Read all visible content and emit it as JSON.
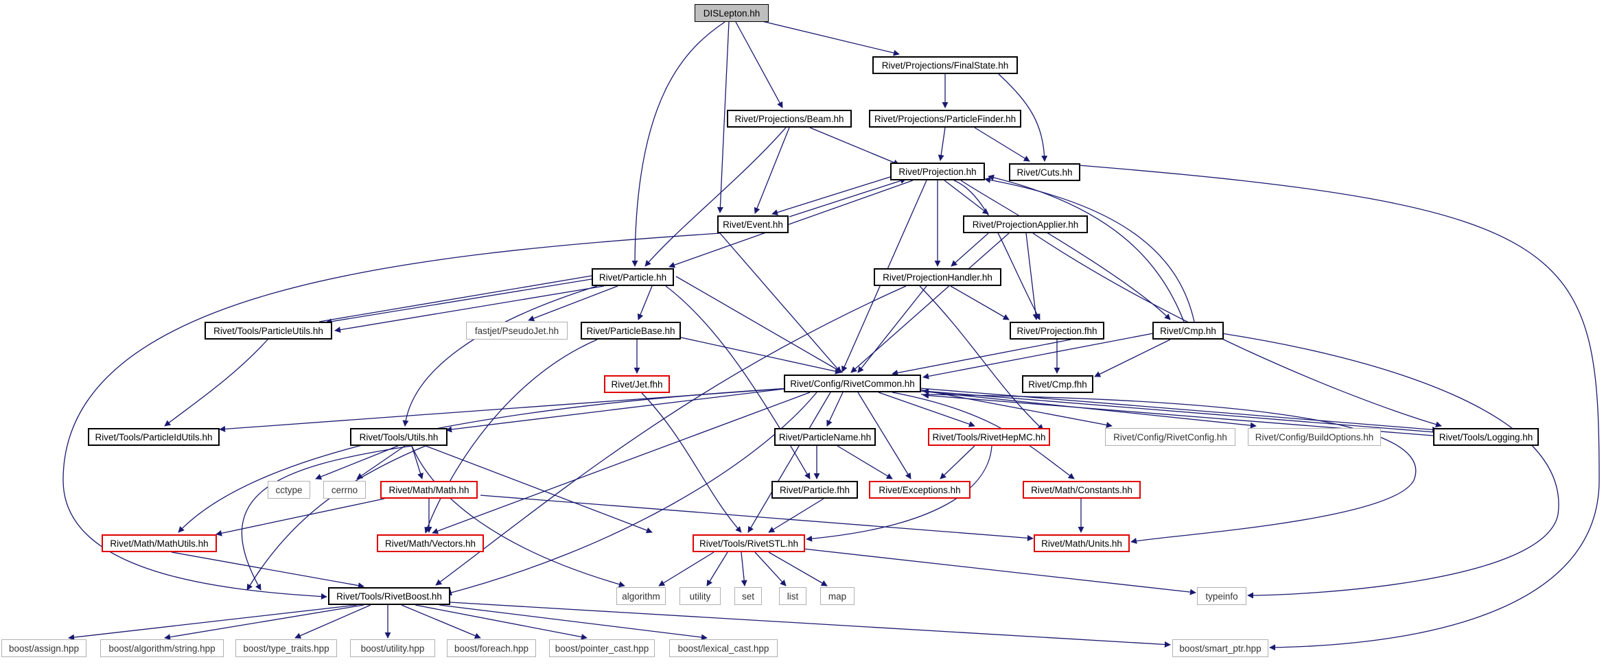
{
  "nodes": {
    "dislepton": "DISLepton.hh",
    "finalstate": "Rivet/Projections/FinalState.hh",
    "beam": "Rivet/Projections/Beam.hh",
    "particlefinder": "Rivet/Projections/ParticleFinder.hh",
    "projection": "Rivet/Projection.hh",
    "cuts": "Rivet/Cuts.hh",
    "event": "Rivet/Event.hh",
    "projapplier": "Rivet/ProjectionApplier.hh",
    "particle": "Rivet/Particle.hh",
    "projhandler": "Rivet/ProjectionHandler.hh",
    "particleutils": "Rivet/Tools/ParticleUtils.hh",
    "pseudojet": "fastjet/PseudoJet.hh",
    "particlebase": "Rivet/ParticleBase.hh",
    "projection_fhh": "Rivet/Projection.fhh",
    "cmp": "Rivet/Cmp.hh",
    "jet_fhh": "Rivet/Jet.fhh",
    "rivetcommon": "Rivet/Config/RivetCommon.hh",
    "cmp_fhh": "Rivet/Cmp.fhh",
    "particleidutils": "Rivet/Tools/ParticleIdUtils.hh",
    "utils": "Rivet/Tools/Utils.hh",
    "particlename": "Rivet/ParticleName.hh",
    "rivethepmc": "Rivet/Tools/RivetHepMC.hh",
    "rivetconfig": "Rivet/Config/RivetConfig.hh",
    "buildoptions": "Rivet/Config/BuildOptions.hh",
    "logging": "Rivet/Tools/Logging.hh",
    "cctype": "cctype",
    "cerrno": "cerrno",
    "math": "Rivet/Math/Math.hh",
    "particle_fhh": "Rivet/Particle.fhh",
    "exceptions": "Rivet/Exceptions.hh",
    "constants": "Rivet/Math/Constants.hh",
    "mathutils": "Rivet/Math/MathUtils.hh",
    "vectors": "Rivet/Math/Vectors.hh",
    "rivetstl": "Rivet/Tools/RivetSTL.hh",
    "units": "Rivet/Math/Units.hh",
    "rivetboost": "Rivet/Tools/RivetBoost.hh",
    "algorithm": "algorithm",
    "utility": "utility",
    "set": "set",
    "list": "list",
    "map": "map",
    "typeinfo": "typeinfo",
    "boost_assign": "boost/assign.hpp",
    "boost_algstring": "boost/algorithm/string.hpp",
    "boost_typetraits": "boost/type_traits.hpp",
    "boost_utility": "boost/utility.hpp",
    "boost_foreach": "boost/foreach.hpp",
    "boost_pointercast": "boost/pointer_cast.hpp",
    "boost_lexicalcast": "boost/lexical_cast.hpp",
    "boost_smartptr": "boost/smart_ptr.hpp"
  },
  "colors": {
    "edge": "#191970",
    "current_fill": "#bfbfbf",
    "truncated_border": "#e00000",
    "system_border": "#b0b0b0"
  }
}
